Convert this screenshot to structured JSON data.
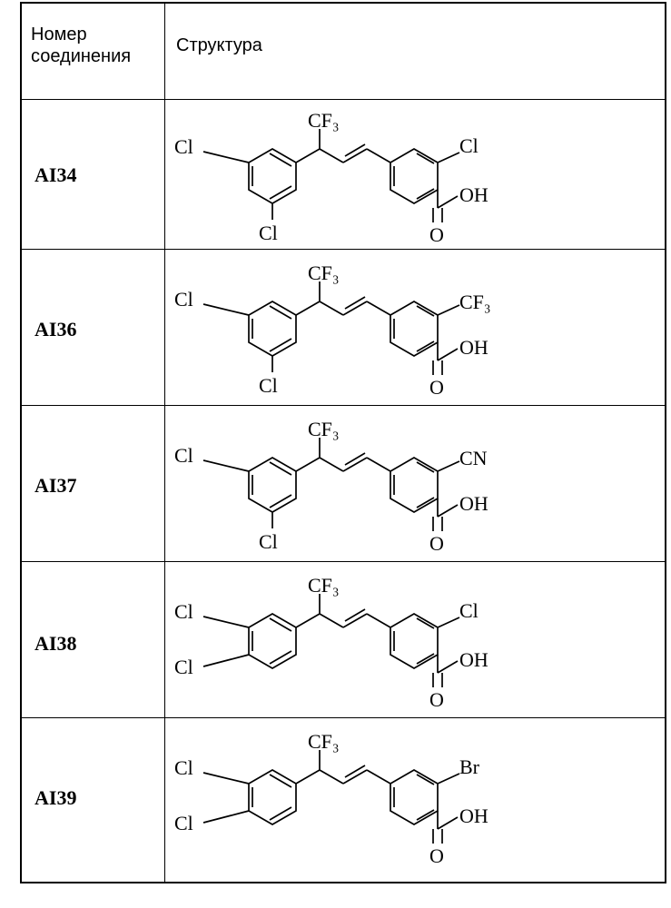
{
  "table": {
    "headers": {
      "number": "Номер соединения",
      "structure": "Структура"
    },
    "rows": [
      {
        "id": "AI34",
        "labels": {
          "cf3": "CF₃",
          "cl_left": "Cl",
          "cl_bottom": "Cl",
          "substituent": "Cl",
          "oh": "OH",
          "o": "O"
        }
      },
      {
        "id": "AI36",
        "labels": {
          "cf3": "CF₃",
          "cl_left": "Cl",
          "cl_bottom": "Cl",
          "substituent": "CF₃",
          "oh": "OH",
          "o": "O"
        }
      },
      {
        "id": "AI37",
        "labels": {
          "cf3": "CF₃",
          "cl_left": "Cl",
          "cl_bottom": "Cl",
          "substituent": "CN",
          "oh": "OH",
          "o": "O"
        }
      },
      {
        "id": "AI38",
        "labels": {
          "cf3": "CF₃",
          "cl_left": "Cl",
          "cl_bottom": "Cl",
          "substituent": "Cl",
          "oh": "OH",
          "o": "O"
        }
      },
      {
        "id": "AI39",
        "labels": {
          "cf3": "CF₃",
          "cl_left": "Cl",
          "cl_bottom": "Cl",
          "substituent": "Br",
          "oh": "OH",
          "o": "O"
        }
      }
    ]
  }
}
